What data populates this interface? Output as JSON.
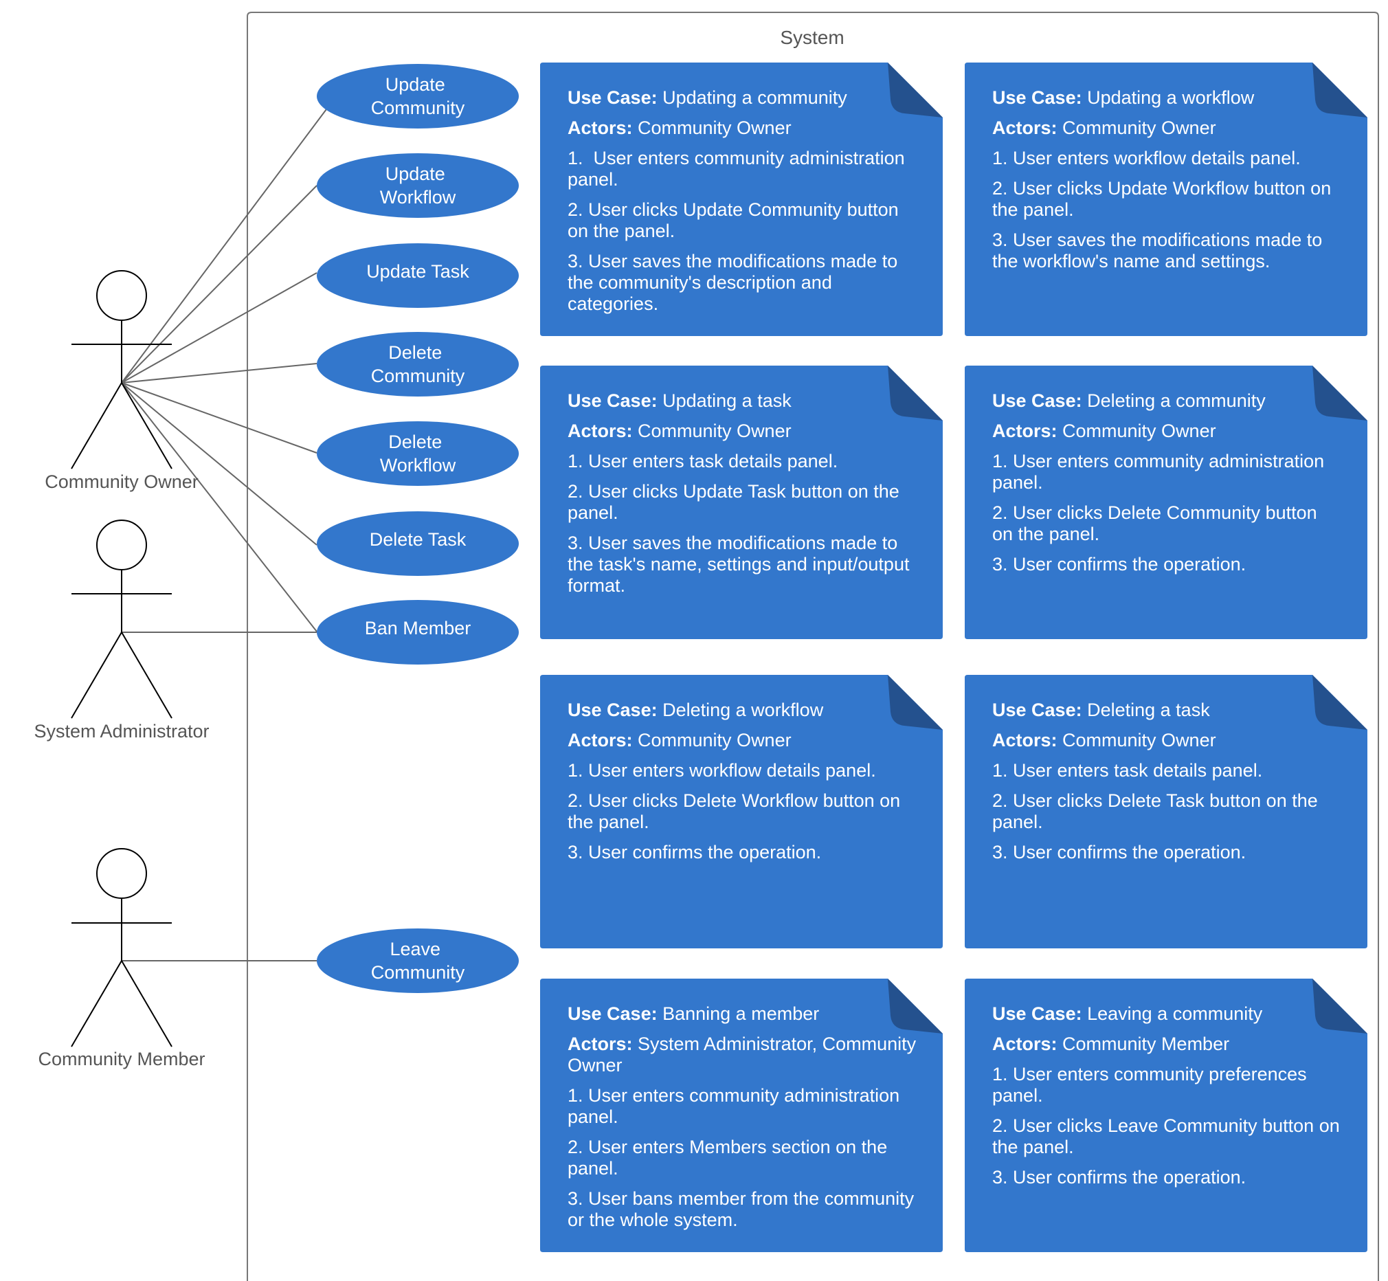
{
  "system": {
    "title": "System"
  },
  "actors": {
    "community_owner": "Community Owner",
    "system_administrator": "System Administrator",
    "community_member": "Community Member"
  },
  "use_cases": {
    "update_community": [
      "Update",
      "Community"
    ],
    "update_workflow": [
      "Update",
      "Workflow"
    ],
    "update_task": [
      "Update Task"
    ],
    "delete_community": [
      "Delete",
      "Community"
    ],
    "delete_workflow": [
      "Delete",
      "Workflow"
    ],
    "delete_task": [
      "Delete Task"
    ],
    "ban_member": [
      "Ban Member"
    ],
    "leave_community": [
      "Leave",
      "Community"
    ]
  },
  "labels": {
    "use_case": "Use Case:",
    "actors": "Actors:"
  },
  "colors": {
    "note_fill": "#3377CC",
    "note_fold": "#24518E",
    "ellipse_fill": "#3377CC",
    "line": "#666666"
  },
  "notes": [
    {
      "use_case": "Updating a community",
      "actors": "Community Owner",
      "steps": [
        "1.  User enters community administration panel.",
        "2. User clicks Update Community button on the panel.",
        "3. User saves the modifications made to the community's description and categories."
      ]
    },
    {
      "use_case": "Updating a workflow",
      "actors": "Community Owner",
      "steps": [
        "1. User enters workflow details panel.",
        "2. User clicks Update Workflow button on the panel.",
        "3. User saves the modifications made to the workflow's name and settings."
      ]
    },
    {
      "use_case": "Updating a task",
      "actors": "Community Owner",
      "steps": [
        "1. User enters task details panel.",
        "2. User clicks Update Task button on the panel.",
        "3. User saves the modifications made to the task's name, settings and input/output format."
      ]
    },
    {
      "use_case": "Deleting a community",
      "actors": "Community Owner",
      "steps": [
        "1. User enters community administration panel.",
        "2. User clicks Delete Community button on the panel.",
        "3. User confirms the operation."
      ]
    },
    {
      "use_case": "Deleting a workflow",
      "actors": "Community Owner",
      "steps": [
        "1. User enters workflow details panel.",
        "2. User clicks Delete Workflow button on the panel.",
        "3. User confirms the operation."
      ]
    },
    {
      "use_case": "Deleting a task",
      "actors": "Community Owner",
      "steps": [
        "1. User enters task details panel.",
        "2. User clicks Delete Task button on the panel.",
        "3. User confirms the operation."
      ]
    },
    {
      "use_case": "Banning a member",
      "actors": "System Administrator, Community Owner",
      "steps": [
        "1. User enters community administration panel.",
        "2. User enters Members section on the panel.",
        "3. User bans member from the community or the whole system."
      ]
    },
    {
      "use_case": "Leaving a community",
      "actors": "Community Member",
      "steps": [
        "1. User enters community preferences panel.",
        "2. User clicks Leave Community button on the panel.",
        "3. User confirms the operation."
      ]
    }
  ]
}
